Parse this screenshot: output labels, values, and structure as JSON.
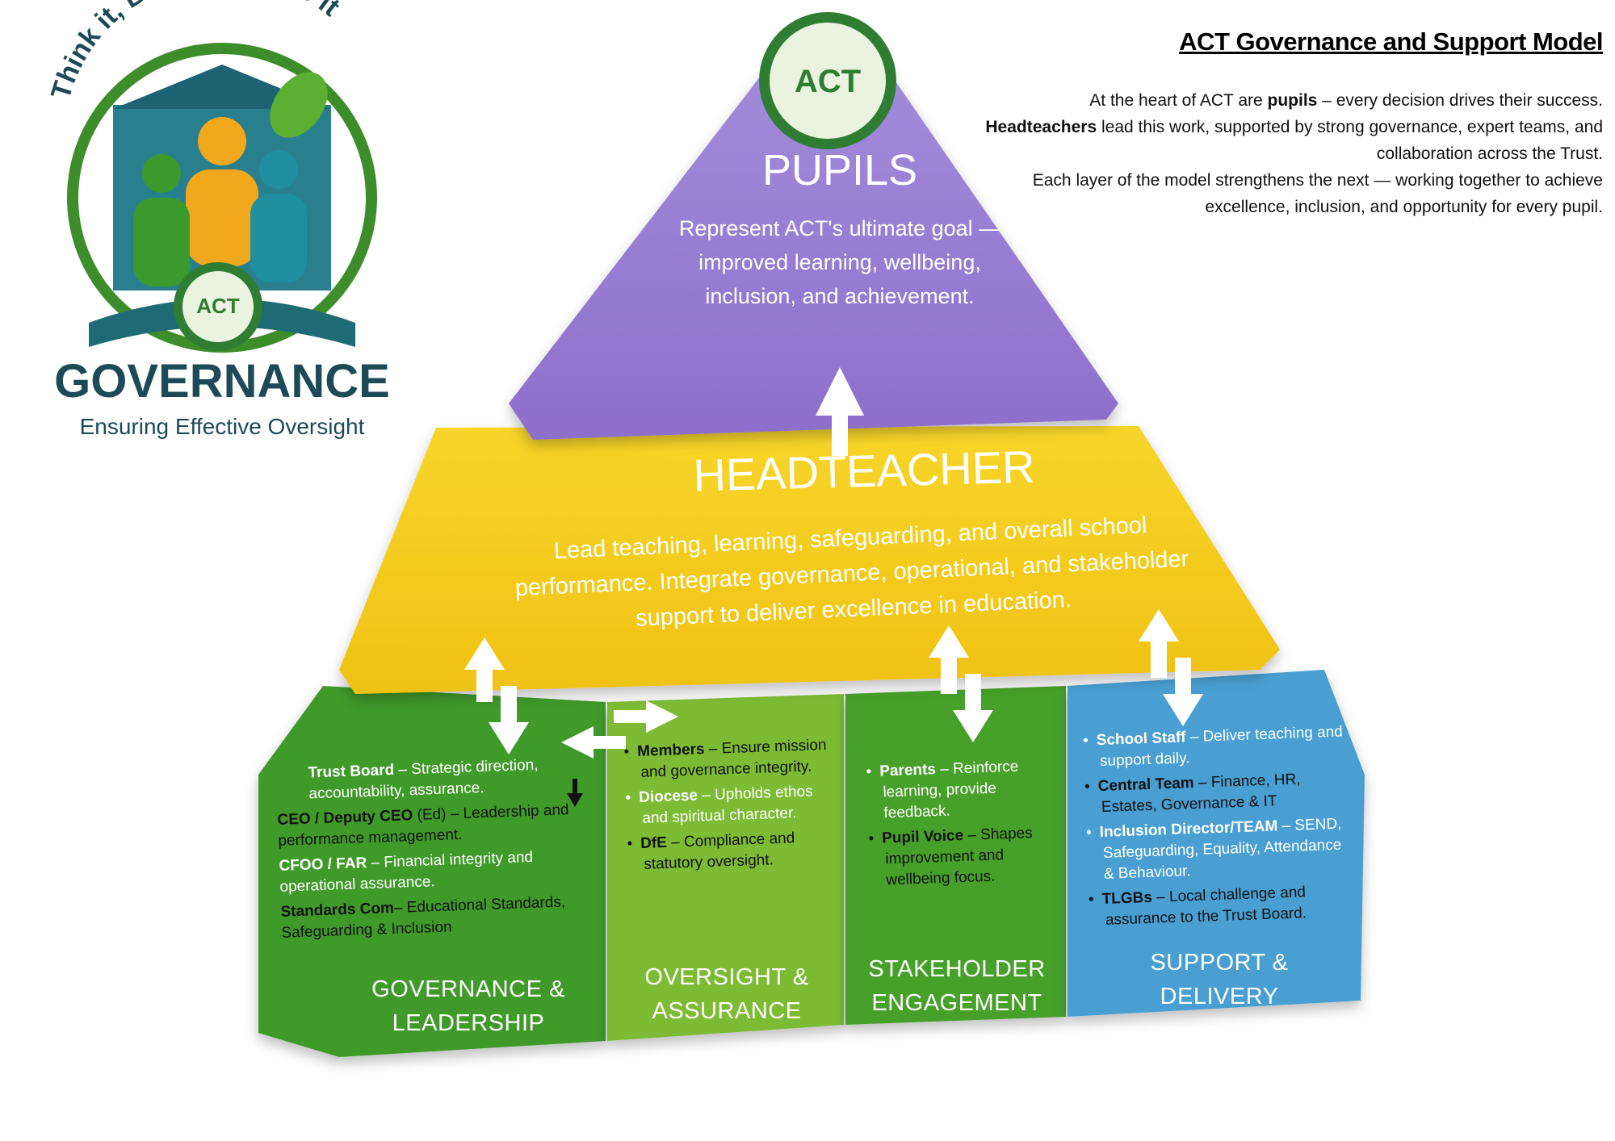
{
  "logo": {
    "motto": "Think it, Believe it, Live it",
    "badge_text": "ACT",
    "title": "GOVERNANCE",
    "subtitle": "Ensuring Effective Oversight"
  },
  "header": {
    "title": "ACT Governance and Support Model",
    "intro": {
      "p1_pre": "At the heart of ACT are ",
      "p1_bold": "pupils",
      "p1_post": " – every decision drives their success.",
      "p2_bold": "Headteachers",
      "p2_post": " lead this work, supported by strong governance, expert teams, and collaboration across the Trust.",
      "p3": "Each layer of the model strengthens the next — working together to achieve excellence, inclusion, and opportunity for every pupil."
    }
  },
  "pyramid": {
    "top_badge": "ACT",
    "pupils": {
      "heading": "PUPILS",
      "text": "Represent ACT's ultimate goal — improved learning, wellbeing, inclusion, and achievement."
    },
    "headteacher": {
      "heading": "HEADTEACHER",
      "text": "Lead teaching, learning, safeguarding, and overall school performance. Integrate governance, operational, and stakeholder support to deliver excellence in education."
    },
    "columns": [
      {
        "caption": "GOVERNANCE & LEADERSHIP",
        "color": "#3f9a2a",
        "items": [
          {
            "bold": "Trust Board",
            "text": " – Strategic direction, accountability, assurance."
          },
          {
            "bold": "CEO / Deputy CEO",
            "text": " (Ed) – Leadership and performance management."
          },
          {
            "bold": "CFOO / FAR",
            "text": " – Financial integrity and operational assurance."
          },
          {
            "bold": "Standards Com",
            "text": "– Educational Standards, Safeguarding & Inclusion"
          }
        ]
      },
      {
        "caption": "OVERSIGHT & ASSURANCE",
        "color": "#7dbb35",
        "items": [
          {
            "bold": "Members",
            "text": " – Ensure mission and governance integrity."
          },
          {
            "bold": "Diocese",
            "text": " – Upholds ethos and spiritual character."
          },
          {
            "bold": "DfE",
            "text": " – Compliance and statutory oversight."
          }
        ]
      },
      {
        "caption": "STAKEHOLDER ENGAGEMENT",
        "color": "#46a02c",
        "items": [
          {
            "bold": "Parents",
            "text": " – Reinforce learning, provide feedback."
          },
          {
            "bold": "Pupil Voice",
            "text": " – Shapes improvement and wellbeing focus."
          }
        ]
      },
      {
        "caption": "SUPPORT & DELIVERY",
        "color": "#4a9fd2",
        "items": [
          {
            "bold": "School Staff",
            "text": " – Deliver teaching and support daily."
          },
          {
            "bold": "Central Team",
            "text": " – Finance, HR, Estates, Governance & IT"
          },
          {
            "bold": "Inclusion Director/TEAM",
            "text": " – SEND, Safeguarding, Equality, Attendance & Behaviour."
          },
          {
            "bold": "TLGBs",
            "text": " – Local challenge and assurance to the Trust Board."
          }
        ]
      }
    ]
  },
  "colors": {
    "purple": "#9a7fd1",
    "yellow": "#f4cb1a",
    "navy": "#1d4a57"
  }
}
